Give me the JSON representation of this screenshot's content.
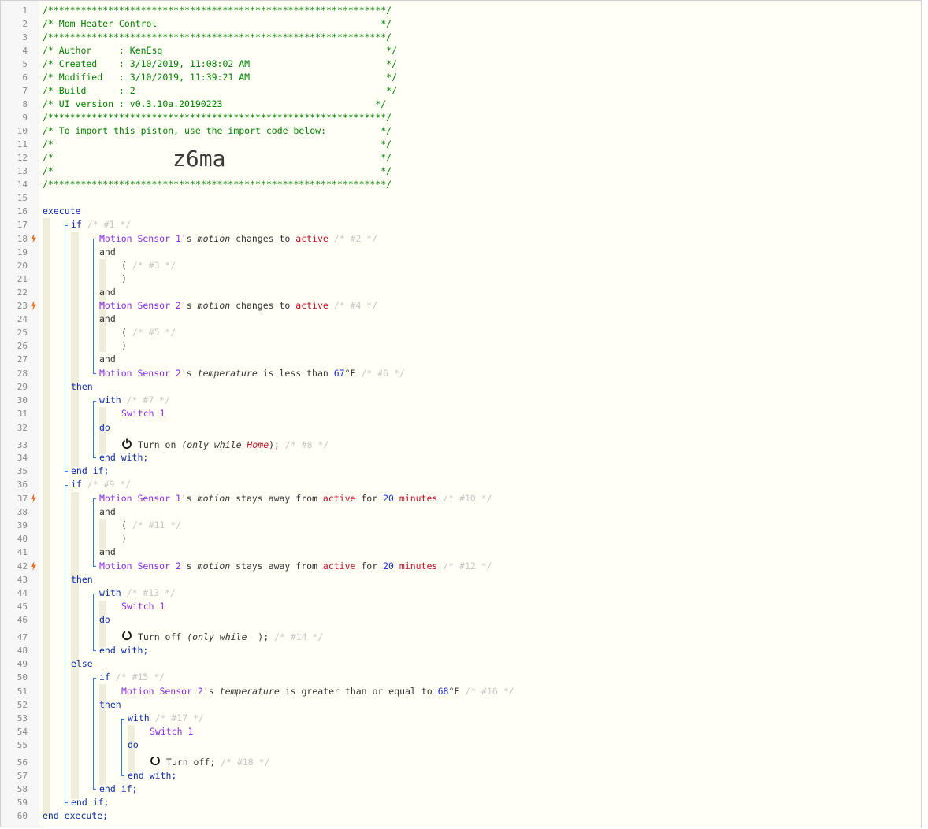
{
  "line_numbers": [
    "1",
    "2",
    "3",
    "4",
    "5",
    "6",
    "7",
    "8",
    "9",
    "10",
    "11",
    "12",
    "13",
    "14",
    "15",
    "16",
    "17",
    "18",
    "19",
    "20",
    "21",
    "22",
    "23",
    "24",
    "25",
    "26",
    "27",
    "28",
    "29",
    "30",
    "31",
    "32",
    "33",
    "34",
    "35",
    "36",
    "37",
    "38",
    "39",
    "40",
    "41",
    "42",
    "43",
    "44",
    "45",
    "46",
    "47",
    "48",
    "49",
    "50",
    "51",
    "52",
    "53",
    "54",
    "55",
    "56",
    "57",
    "58",
    "59",
    "60"
  ],
  "trigger_lines": [
    18,
    23,
    37,
    42
  ],
  "header": {
    "border": "/**************************************************************/",
    "title": "/* Mom Heater Control                                         */",
    "author": "/* Author     : KenEsq                                         */",
    "created": "/* Created    : 3/10/2019, 11:08:02 AM                         */",
    "modified": "/* Modified   : 3/10/2019, 11:39:21 AM                         */",
    "build": "/* Build      : 2                                              */",
    "ui_version": "/* UI version : v0.3.10a.20190223                            */",
    "import_msg": "/* To import this piston, use the import code below:          */",
    "blank": "/*                                                            */",
    "import_code": "z6ma"
  },
  "kw": {
    "execute": "execute",
    "if": "if",
    "then": "then",
    "else": "else",
    "and": "and",
    "with": "with",
    "do": "do",
    "end_if": "end if;",
    "end_with": "end with;",
    "end_execute": "end execute;",
    "open_paren": "(",
    "close_paren": ")"
  },
  "comments": {
    "c1": "/* #1 */",
    "c2": "/* #2 */",
    "c3": "/* #3 */",
    "c4": "/* #4 */",
    "c5": "/* #5 */",
    "c6": "/* #6 */",
    "c7": "/* #7 */",
    "c8": "/* #8 */",
    "c9": "/* #9 */",
    "c10": "/* #10 */",
    "c11": "/* #11 */",
    "c12": "/* #12 */",
    "c13": "/* #13 */",
    "c14": "/* #14 */",
    "c15": "/* #15 */",
    "c16": "/* #16 */",
    "c17": "/* #17 */",
    "c18": "/* #18 */"
  },
  "devices": {
    "ms1": "Motion Sensor 1",
    "ms2": "Motion Sensor 2",
    "sw1": "Switch 1"
  },
  "text": {
    "poss": "'s ",
    "motion": "motion",
    "temperature": "temperature",
    "changes_to": " changes to ",
    "active": "active",
    "is_less_than": " is less than ",
    "t67": "67",
    "t68": "68",
    "degF": "°F",
    "stays_away": " stays away from ",
    "for": " for ",
    "n20": "20",
    "minutes": "minutes",
    "is_gte": " is greater than or equal to ",
    "turn_on": "Turn on ",
    "turn_off": "Turn off ",
    "turn_off_end": "Turn off;",
    "only_while": "(only while ",
    "home": "Home",
    "close_semi": ");",
    "close_space_semi": " );"
  },
  "colors": {
    "comment": "#008000",
    "keyword": "#0b2aa8",
    "device": "#8a2be2",
    "value": "#c0102a",
    "number": "#1a33cc",
    "trigger": "#f07020"
  }
}
